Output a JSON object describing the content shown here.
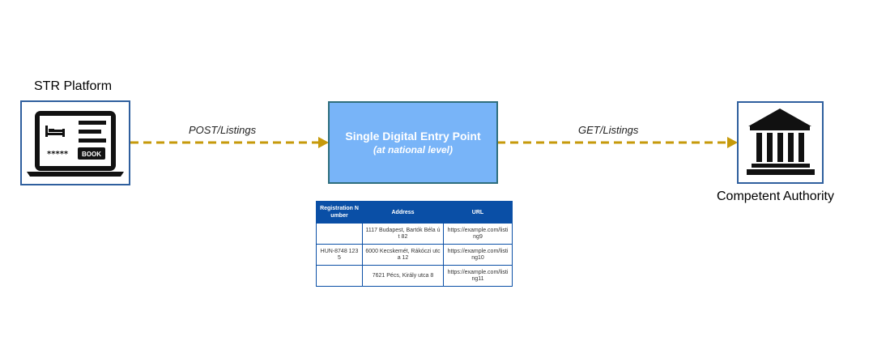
{
  "str_platform": {
    "title": "STR Platform",
    "stars": "*****",
    "book_label": "BOOK"
  },
  "post_label": "POST/Listings",
  "get_label": "GET/Listings",
  "entry_point": {
    "title": "Single Digital Entry Point",
    "subtitle": "(at national level)"
  },
  "authority": {
    "title": "Competent Authority"
  },
  "table": {
    "headers": [
      "Registration Number",
      "Address",
      "URL"
    ],
    "rows": [
      [
        "",
        "1117 Budapest, Bartók Béla út 82",
        "https://example.com/listing9"
      ],
      [
        "HUN-8748 1235",
        "6000 Kecskemét, Rákóczi utca 12",
        "https://example.com/listing10"
      ],
      [
        "",
        "7621 Pécs, Király utca 8",
        "https://example.com/listing11"
      ]
    ]
  },
  "colors": {
    "arrow": "#c69a0b",
    "entry_fill": "#78b4f8",
    "table_header": "#0a4fa6",
    "icon_border": "#2f5f9e"
  },
  "icons": [
    "laptop-booking-icon",
    "bed-icon",
    "government-building-icon"
  ]
}
